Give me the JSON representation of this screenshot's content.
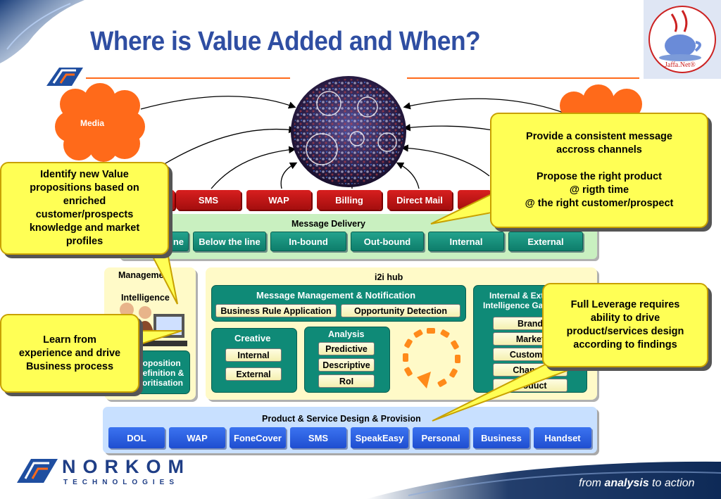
{
  "title": "Where is Value Added and When?",
  "clouds": {
    "left": "Media"
  },
  "logo_jaffa": "Jaffa.Net®",
  "channels": [
    "SMS",
    "WAP",
    "Billing",
    "Direct Mail"
  ],
  "message_delivery": {
    "title": "Message Delivery",
    "items": [
      "line",
      "Below the line",
      "In-bound",
      "Out-bound",
      "Internal",
      "External"
    ]
  },
  "management": {
    "line1": "Management",
    "line2": "Intelligence"
  },
  "proposition": {
    "line1": "Proposition",
    "line2": "Definition &",
    "line3": "Prioritisation"
  },
  "hub": {
    "title": "i2i hub",
    "mmn": {
      "title": "Message Management & Notification",
      "items": [
        "Business Rule Application",
        "Opportunity Detection"
      ]
    },
    "creative": {
      "title": "Creative",
      "items": [
        "Internal",
        "External"
      ]
    },
    "analysis": {
      "title": "Analysis",
      "items": [
        "Predictive",
        "Descriptive",
        "RoI"
      ]
    },
    "gathering": {
      "title_line1": "Internal & External",
      "title_line2": "Intelligence Gathering",
      "items": [
        "Brand",
        "Market",
        "Customer",
        "Channel",
        "Product"
      ]
    }
  },
  "product_design": {
    "title": "Product & Service Design & Provision",
    "items": [
      "DOL",
      "WAP",
      "FoneCover",
      "SMS",
      "SpeakEasy",
      "Personal",
      "Business",
      "Handset"
    ]
  },
  "callouts": {
    "top_right": [
      "Provide a consistent message",
      "accross channels",
      "",
      "Propose the right product",
      "@ rigth time",
      "@ the right customer/prospect"
    ],
    "left_top": [
      "Identify new Value",
      "propositions based on",
      "enriched",
      "customer/prospects",
      "knowledge and market",
      "profiles"
    ],
    "left_bottom": [
      "Learn from",
      "experience and drive",
      "Business process"
    ],
    "right_mid": [
      "Full Leverage requires",
      "ability to drive",
      "product/services design",
      "according to findings"
    ]
  },
  "footer": {
    "brand": "NORKOM",
    "sub": "TECHNOLOGIES",
    "tagline_prefix": "from ",
    "tagline_bold": "analysis",
    "tagline_suffix": " to action"
  },
  "colors": {
    "title": "#2f4ea2",
    "cloud": "#ff6a1a",
    "callout": "#ffff55",
    "channel_red": "#c81515",
    "delivery_green": "#0f8a77",
    "product_blue": "#2a5ee0"
  }
}
